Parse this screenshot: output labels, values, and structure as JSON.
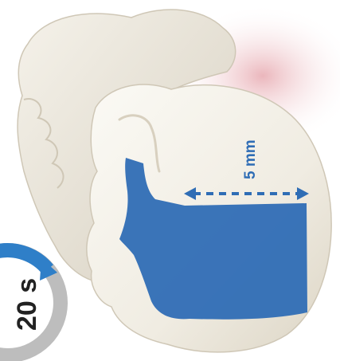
{
  "illustration": {
    "subject": "tooth-model",
    "colors": {
      "tooth": "#f3f0e8",
      "tooth_shadow": "#d8d2c4",
      "gum": "#e8b2b8",
      "treatment_area": "#2f6db5",
      "measurement": "#2f6db5",
      "timer_ring": "#b9b9b9",
      "timer_progress": "#2f7fc8",
      "timer_text": "#222222"
    }
  },
  "measurement": {
    "label": "5 mm",
    "arrow": "double-arrow-dashed"
  },
  "timer": {
    "label": "20 s",
    "icon": "timer-ring-icon"
  }
}
